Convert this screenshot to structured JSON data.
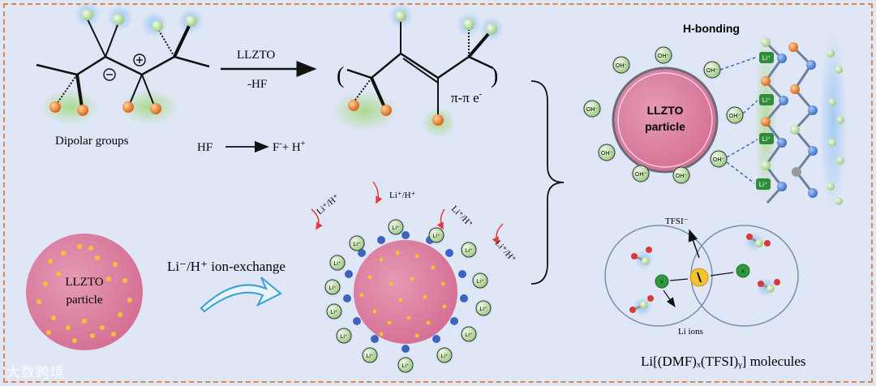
{
  "labels": {
    "llzto_reagent": "LLZTO",
    "minus_hf": "-HF",
    "pi_pi": "π-π e",
    "pi_pi_sup": "-",
    "dipolar_groups": "Dipolar groups",
    "hf_lhs": "HF",
    "hf_rhs_f": "F",
    "hf_rhs_f_sup": "-",
    "hf_rhs_h": "+ H",
    "hf_rhs_h_sup": "+",
    "h_bonding": "H-bonding",
    "llzto_particle_top_1": "LLZTO",
    "llzto_particle_top_2": "particle",
    "llzto_particle_left_1": "LLZTO",
    "llzto_particle_left_2": "particle",
    "ion_exchange": "Li⁻/H⁺ ion-exchange",
    "tfsi": "TFSI⁻",
    "li_ions": "Li ions",
    "molecules": "Li[(DMF)ₓ(TFSI)ᵧ] molecules",
    "oh": "OH⁻",
    "li_plus": "Li⁺",
    "li": "Li⁺",
    "li_h_1": "Li⁺/H⁺",
    "li_h_2": "Li⁺/H⁺",
    "li_h_3": "Li⁺/H⁺",
    "li_h_4": "Li⁺/H⁺",
    "watermark": "大数跨境"
  },
  "colors": {
    "background": "#dfe6f6",
    "border": "#d9874f",
    "particle": "#d9769a",
    "fluorine": "#b8e0a8",
    "oxygen": "#e77a2a",
    "blue_glow": "#7fb8ef",
    "green_glow": "#9fcf7a",
    "chain_blue": "#4f7fd0",
    "yellow_dot": "#f2c230"
  }
}
